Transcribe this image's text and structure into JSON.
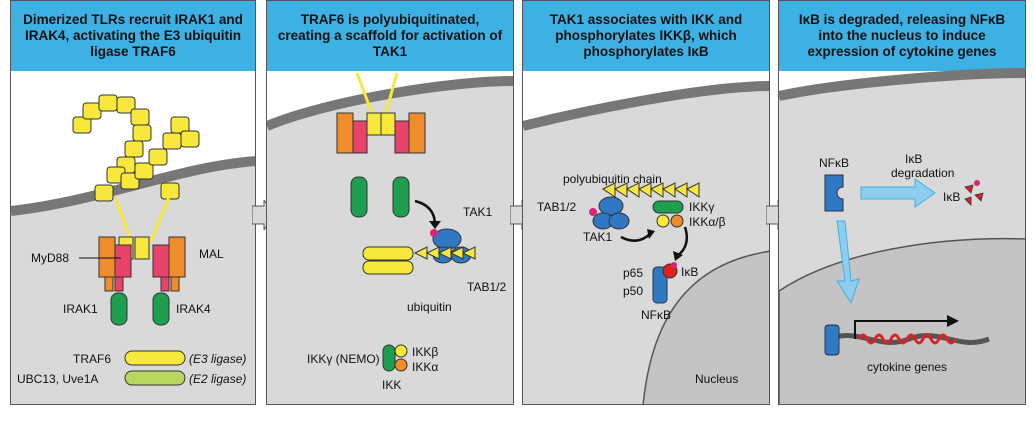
{
  "panels": [
    {
      "header": "Dimerized TLRs recruit IRAK1 and IRAK4, activating the E3 ubiquitin ligase TRAF6",
      "labels": {
        "myd88": "MyD88",
        "mal": "MAL",
        "irak1": "IRAK1",
        "irak4": "IRAK4",
        "traf6": "TRAF6",
        "e3": "(E3 ligase)",
        "ubc13": "UBC13, Uve1A",
        "e2": "(E2 ligase)"
      }
    },
    {
      "header": "TRAF6 is polyubiquitinated, creating a scaffold for activation of TAK1",
      "labels": {
        "tak1": "TAK1",
        "tab12": "TAB1/2",
        "ubiquitin": "ubiquitin",
        "ikkg_nemo": "IKKγ (NEMO)",
        "ikkb": "IKKβ",
        "ikka": "IKKα",
        "ikk": "IKK"
      }
    },
    {
      "header": "TAK1 associates with IKK and phosphorylates IKKβ, which phosphorylates IκB",
      "labels": {
        "polyub": "polyubiquitin chain",
        "tab12": "TAB1/2",
        "tak1": "TAK1",
        "ikkg": "IKKγ",
        "ikkab": "IKKα/β",
        "p65": "p65",
        "p50": "p50",
        "ikb": "IκB",
        "nfkb": "NFκB",
        "nucleus": "Nucleus"
      }
    },
    {
      "header": "IκB is degraded, releasing NFκB into the nucleus to induce expression of cytokine genes",
      "labels": {
        "nfkb": "NFκB",
        "ikb_deg": "IκB",
        "degradation": "degradation",
        "ikb": "IκB",
        "cytokine": "cytokine genes"
      }
    }
  ]
}
